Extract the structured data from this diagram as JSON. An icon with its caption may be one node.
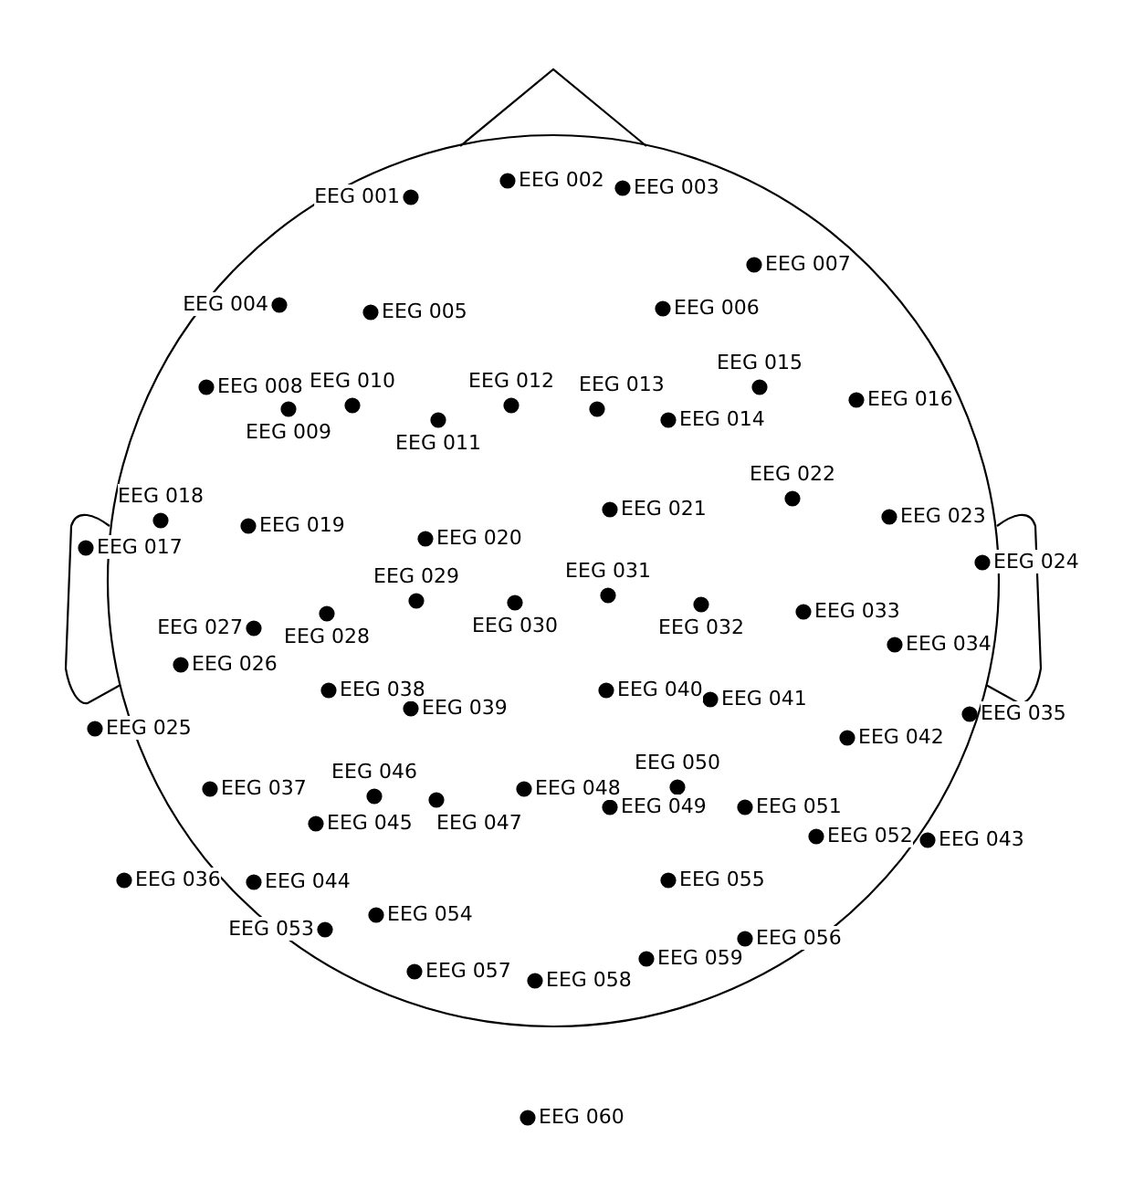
{
  "diagram": {
    "labels": [
      "EEG 001",
      "EEG 002",
      "EEG 003",
      "EEG 004",
      "EEG 005",
      "EEG 006",
      "EEG 007",
      "EEG 008",
      "EEG 009",
      "EEG 010",
      "EEG 011",
      "EEG 012",
      "EEG 013",
      "EEG 014",
      "EEG 015",
      "EEG 016",
      "EEG 017",
      "EEG 018",
      "EEG 019",
      "EEG 020",
      "EEG 021",
      "EEG 022",
      "EEG 023",
      "EEG 024",
      "EEG 025",
      "EEG 026",
      "EEG 027",
      "EEG 028",
      "EEG 029",
      "EEG 030",
      "EEG 031",
      "EEG 032",
      "EEG 033",
      "EEG 034",
      "EEG 035",
      "EEG 036",
      "EEG 037",
      "EEG 038",
      "EEG 039",
      "EEG 040",
      "EEG 041",
      "EEG 042",
      "EEG 043",
      "EEG 044",
      "EEG 045",
      "EEG 046",
      "EEG 047",
      "EEG 048",
      "EEG 049",
      "EEG 050",
      "EEG 051",
      "EEG 052",
      "EEG 053",
      "EEG 054",
      "EEG 055",
      "EEG 056",
      "EEG 057",
      "EEG 058",
      "EEG 059",
      "EEG 060"
    ]
  }
}
